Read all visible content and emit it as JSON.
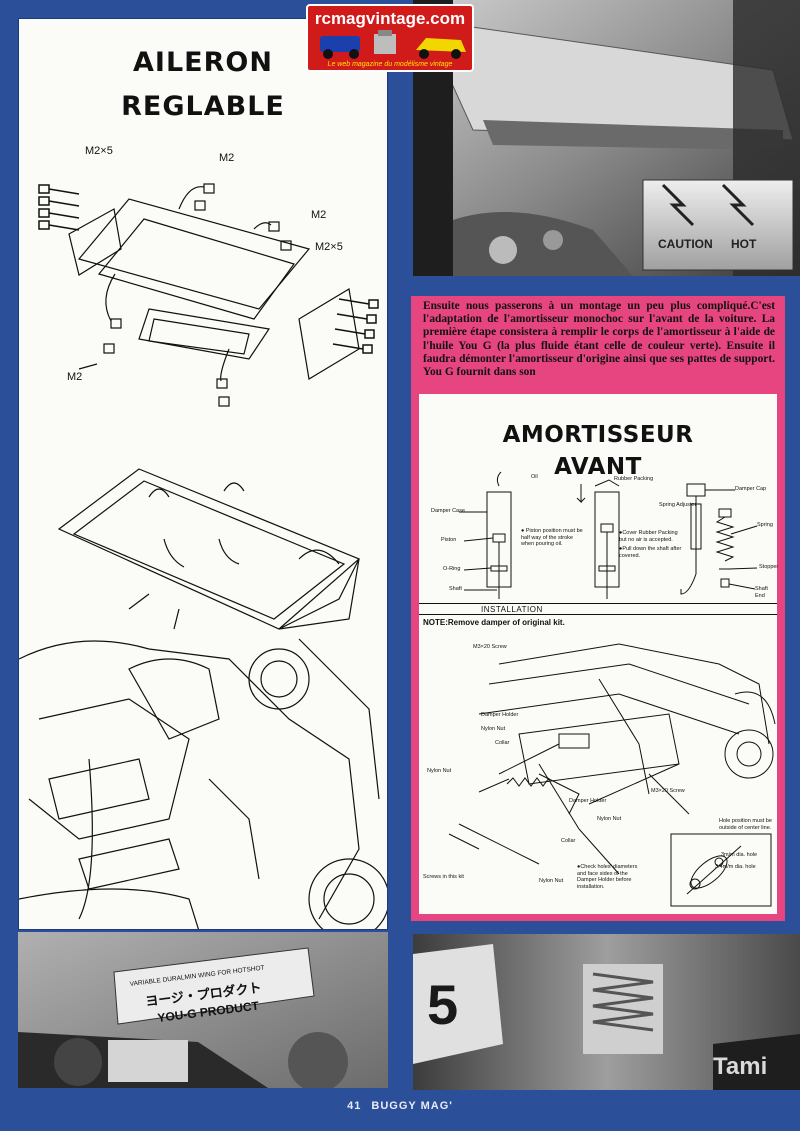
{
  "logo": {
    "name": "rcmagvintage.com",
    "tagline": "Le web magazine du modélisme vintage"
  },
  "left_panel": {
    "title_line1": "AILERON",
    "title_line2": "REGLABLE",
    "labels": [
      "M2×5",
      "M2",
      "M2",
      "M2×5",
      "M2"
    ]
  },
  "top_right_photo": {
    "labels": [
      "CAUTION",
      "HOT"
    ]
  },
  "article": {
    "text": "Ensuite nous passerons à un montage un peu plus compliqué.C'est l'adaptation de l'amortisseur monochoc sur l'avant de la voiture. La première étape consistera à remplir le corps de l'amortisseur à l'aide de l'huile You G (la plus fluide étant celle de couleur verte). Ensuite il faudra démonter l'amortisseur d'origine ainsi que ses pattes de support. You G fournit dans son",
    "title_line1": "AMORTISSEUR",
    "title_line2": "AVANT",
    "top_labels": {
      "oil": "Oil",
      "rubber_packing": "Rubber Packing",
      "damper_cap": "Damper Cap",
      "damper_case": "Damper Case",
      "spring_adjuster": "Spring Adjuster",
      "spring": "Spring",
      "piston": "Piston",
      "piston_note": "● Piston position must be half way of the stroke when pouring oil.",
      "cover_note": "●Cover Rubber Packing but no air is accepted.",
      "pull_note": "●Pull down the shaft after covered.",
      "o_ring": "O-Ring",
      "stopper": "Stopper",
      "shaft": "Shaft",
      "shaft_end": "Shaft End"
    },
    "installation": "INSTALLATION",
    "note": "NOTE:Remove damper of original kit.",
    "install_labels": {
      "screw1": "M3×20 Screw",
      "damper_holder1": "Damper Holder",
      "nylon_nut1": "Nylon Nut",
      "collar1": "Collar",
      "nylon_nut2": "Nylon Nut",
      "screw2": "M3×20 Screw",
      "damper_holder2": "Damper Holder",
      "nylon_nut3": "Nylon Nut",
      "collar2": "Collar",
      "screws_kit": "Screws in this kit",
      "nylon_nut4": "Nylon Nut",
      "check_note": "●Check holes' diameters and face sides of the Damper Holder before installation.",
      "hole_note": "Hole position must be outside of center line.",
      "hole3": "3m/m dia. hole",
      "hole34": "3.4m/m dia. hole"
    }
  },
  "bottom_left_photo": {
    "line1": "VARIABLE DURALMIN WING FOR HOTSHOT",
    "line2": "ヨージ・プロダクト",
    "line3": "YOU-G PRODUCT"
  },
  "bottom_right_photo": {
    "labels": [
      "5",
      "Tami"
    ]
  },
  "footer": {
    "page": "41",
    "magazine": "BUGGY MAG'"
  },
  "colors": {
    "background": "#2c4f9a",
    "article_box": "#e6457f",
    "logo": "#d11a1a",
    "logo_tagline": "#ffe600"
  }
}
